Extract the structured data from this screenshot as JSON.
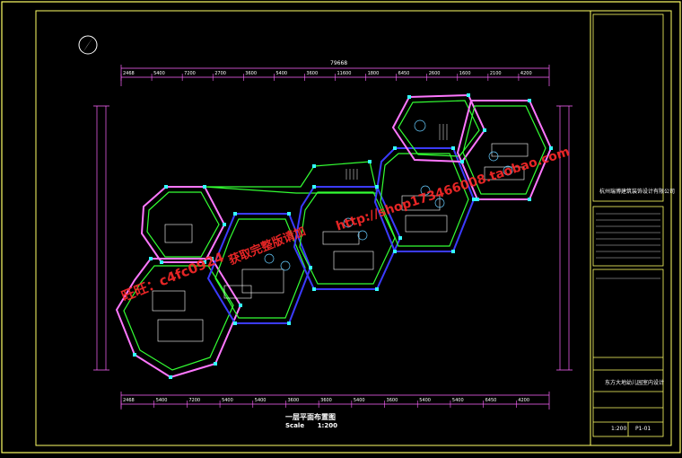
{
  "drawing": {
    "title": "一层平面布置图",
    "scale_label": "Scale",
    "scale_value": "1:200",
    "overall_dimension": "79668"
  },
  "title_block": {
    "company": "杭州瑞博建筑装饰设计有限公司",
    "project": "东方大地幼儿园室内设计",
    "scale": "1:200",
    "sheet": "P1-01"
  },
  "watermarks": [
    "旺旺：c4fc0924",
    "获取完整版请加",
    "http://shop173466008.taobao.com"
  ],
  "dimensions_top": [
    "2468",
    "5400",
    "7200",
    "2700",
    "3600",
    "5400",
    "3600",
    "11600",
    "1800",
    "6450",
    "2600",
    "1600",
    "2100",
    "4200"
  ],
  "dimensions_bottom": [
    "2468",
    "5400",
    "7200",
    "5400",
    "5400",
    "3600",
    "3600",
    "5400",
    "3600",
    "5400",
    "5400",
    "6450",
    "4200"
  ],
  "colors": {
    "frame": "#ffff66",
    "walls_outer": "#ff77ff",
    "walls_inner": "#33ff33",
    "columns": "#33ffff",
    "furniture": "#ffffff",
    "room_outline": "#3b3bff",
    "dimension": "#ff66ff",
    "watermark": "#ff2a2a"
  }
}
